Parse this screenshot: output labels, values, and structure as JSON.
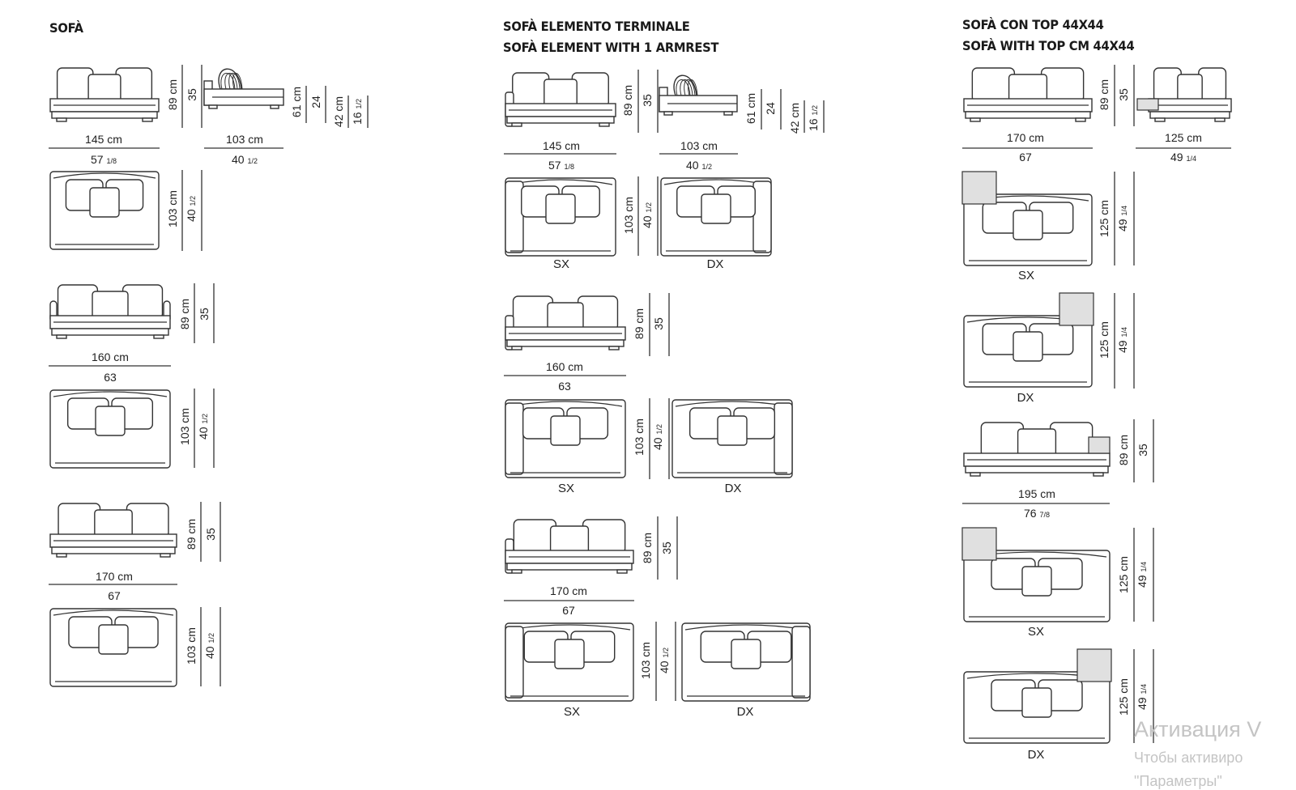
{
  "sections": {
    "sofa": {
      "title": "SOFÀ"
    },
    "terminal": {
      "title_it": "SOFÀ ELEMENTO TERMINALE",
      "title_en": "SOFÀ ELEMENT WITH 1 ARMREST"
    },
    "top": {
      "title_it": "SOFÀ CON TOP 44X44",
      "title_en": "SOFÀ WITH TOP CM 44X44"
    }
  },
  "labels": {
    "w145": "145 cm",
    "w145in": "57",
    "w145fr": "1/8",
    "w160": "160 cm",
    "w160in": "63",
    "w170": "170 cm",
    "w170in": "67",
    "w195": "195 cm",
    "w195in": "76",
    "w195fr": "7/8",
    "d103": "103 cm",
    "d103in": "40",
    "d103fr": "1/2",
    "d125": "125 cm",
    "d125in": "49",
    "d125fr": "1/4",
    "h89": "89 cm",
    "h89in": "35",
    "h61": "61 cm",
    "h61in": "24",
    "h42": "42 cm",
    "h42in": "16",
    "h42fr": "1/2",
    "sx": "SX",
    "dx": "DX"
  },
  "watermark": {
    "line1": "Активация V",
    "line2": "Чтобы активиро",
    "line3": "\"Параметры\""
  }
}
